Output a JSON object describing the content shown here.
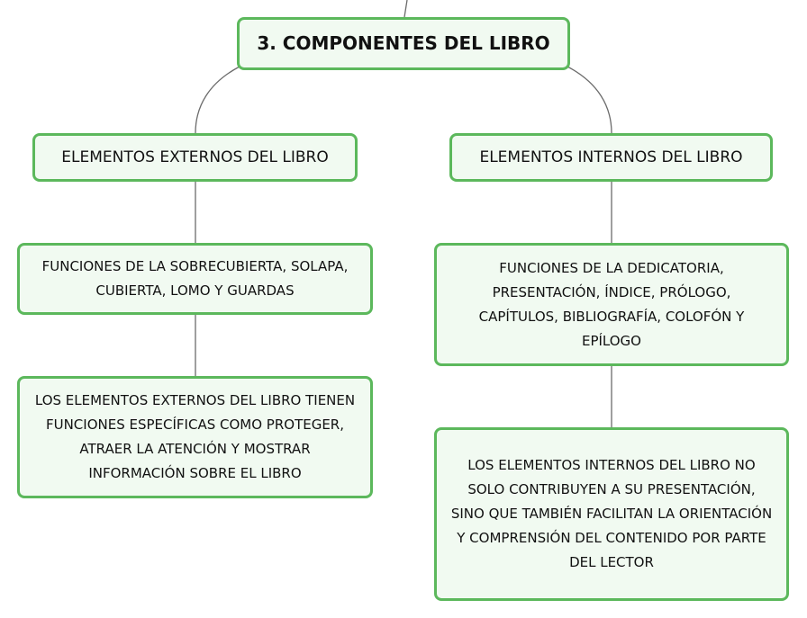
{
  "root": {
    "label": "3. COMPONENTES DEL LIBRO"
  },
  "left_branch": {
    "title": "ELEMENTOS EXTERNOS DEL LIBRO",
    "functions": "FUNCIONES DE LA SOBRECUBIERTA, SOLAPA, CUBIERTA, LOMO Y GUARDAS",
    "description": "LOS ELEMENTOS EXTERNOS DEL LIBRO TIENEN FUNCIONES ESPECÍFICAS COMO PROTEGER, ATRAER LA ATENCIÓN Y MOSTRAR INFORMACIÓN SOBRE EL LIBRO"
  },
  "right_branch": {
    "title": "ELEMENTOS INTERNOS DEL LIBRO",
    "functions": "FUNCIONES DE LA DEDICATORIA, PRESENTACIÓN, ÍNDICE, PRÓLOGO, CAPÍTULOS, BIBLIOGRAFÍA, COLOFÓN Y EPÍLOGO",
    "description": "LOS ELEMENTOS INTERNOS DEL LIBRO NO SOLO CONTRIBUYEN A SU PRESENTACIÓN, SINO QUE TAMBIÉN FACILITAN LA ORIENTACIÓN Y COMPRENSIÓN DEL CONTENIDO POR PARTE DEL LECTOR"
  },
  "colors": {
    "node_border": "#5cb85c",
    "node_fill": "#f1faf1",
    "connector": "#6b6b6b",
    "text": "#111111"
  }
}
